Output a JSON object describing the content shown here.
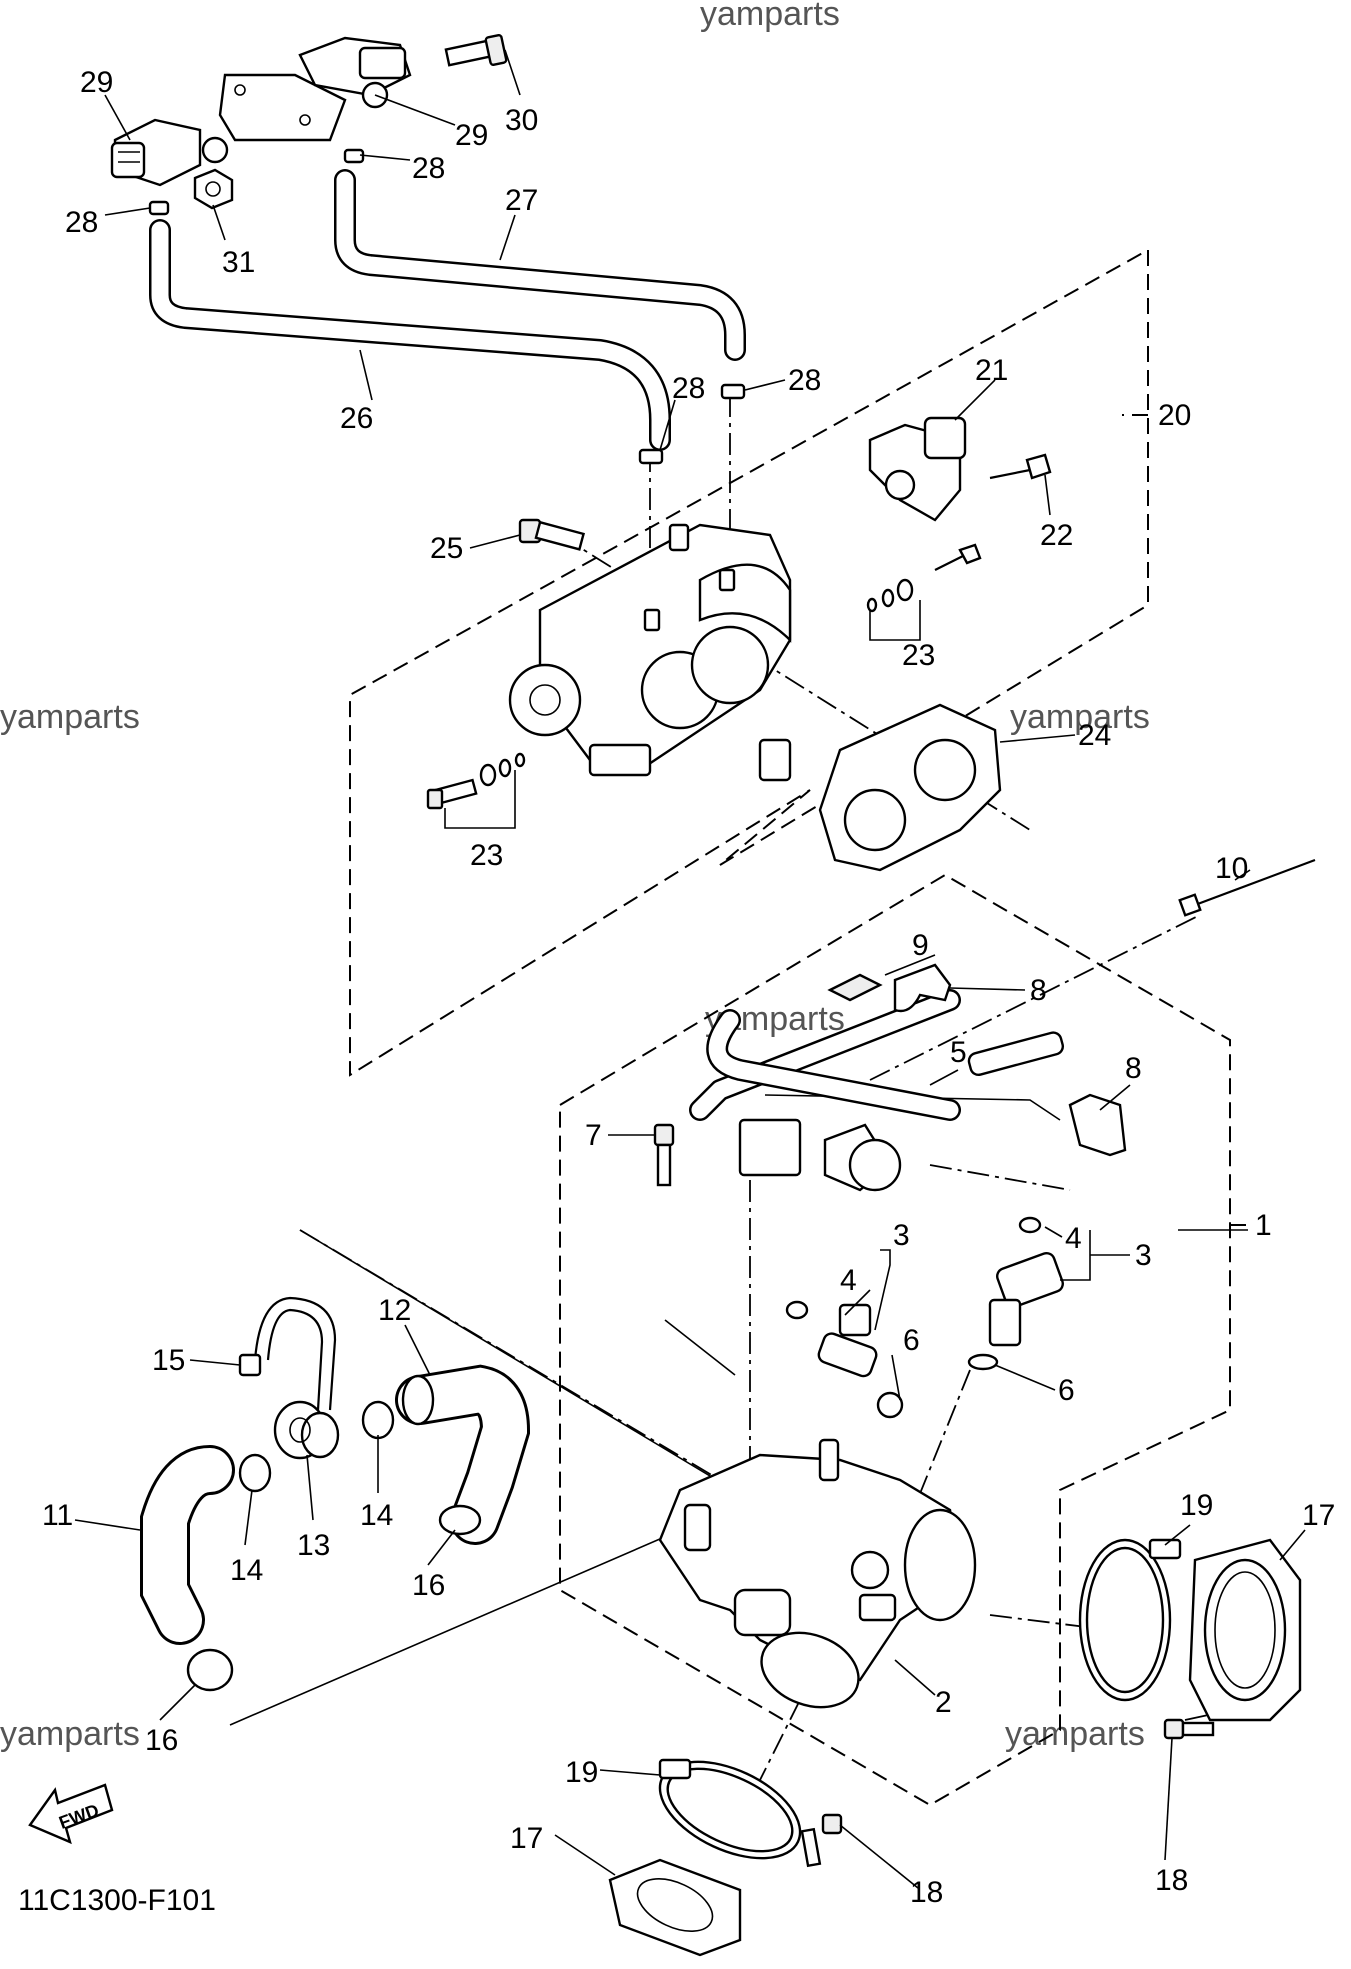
{
  "watermark": "yamparts",
  "diagram_code": "11C1300-F101",
  "fwd_label": "FWD",
  "callouts": {
    "c1": "1",
    "c2": "2",
    "c3a": "3",
    "c3b": "3",
    "c4a": "4",
    "c4b": "4",
    "c5": "5",
    "c6a": "6",
    "c6b": "6",
    "c7": "7",
    "c8a": "8",
    "c8b": "8",
    "c9": "9",
    "c10": "10",
    "c11": "11",
    "c12": "12",
    "c13": "13",
    "c14a": "14",
    "c14b": "14",
    "c15": "15",
    "c16a": "16",
    "c16b": "16",
    "c17a": "17",
    "c17b": "17",
    "c18a": "18",
    "c18b": "18",
    "c19a": "19",
    "c19b": "19",
    "c20": "20",
    "c21": "21",
    "c22": "22",
    "c23a": "23",
    "c23b": "23",
    "c24": "24",
    "c25": "25",
    "c26": "26",
    "c27": "27",
    "c28a": "28",
    "c28b": "28",
    "c28c": "28",
    "c28d": "28",
    "c29a": "29",
    "c29b": "29",
    "c30": "30",
    "c31": "31"
  }
}
